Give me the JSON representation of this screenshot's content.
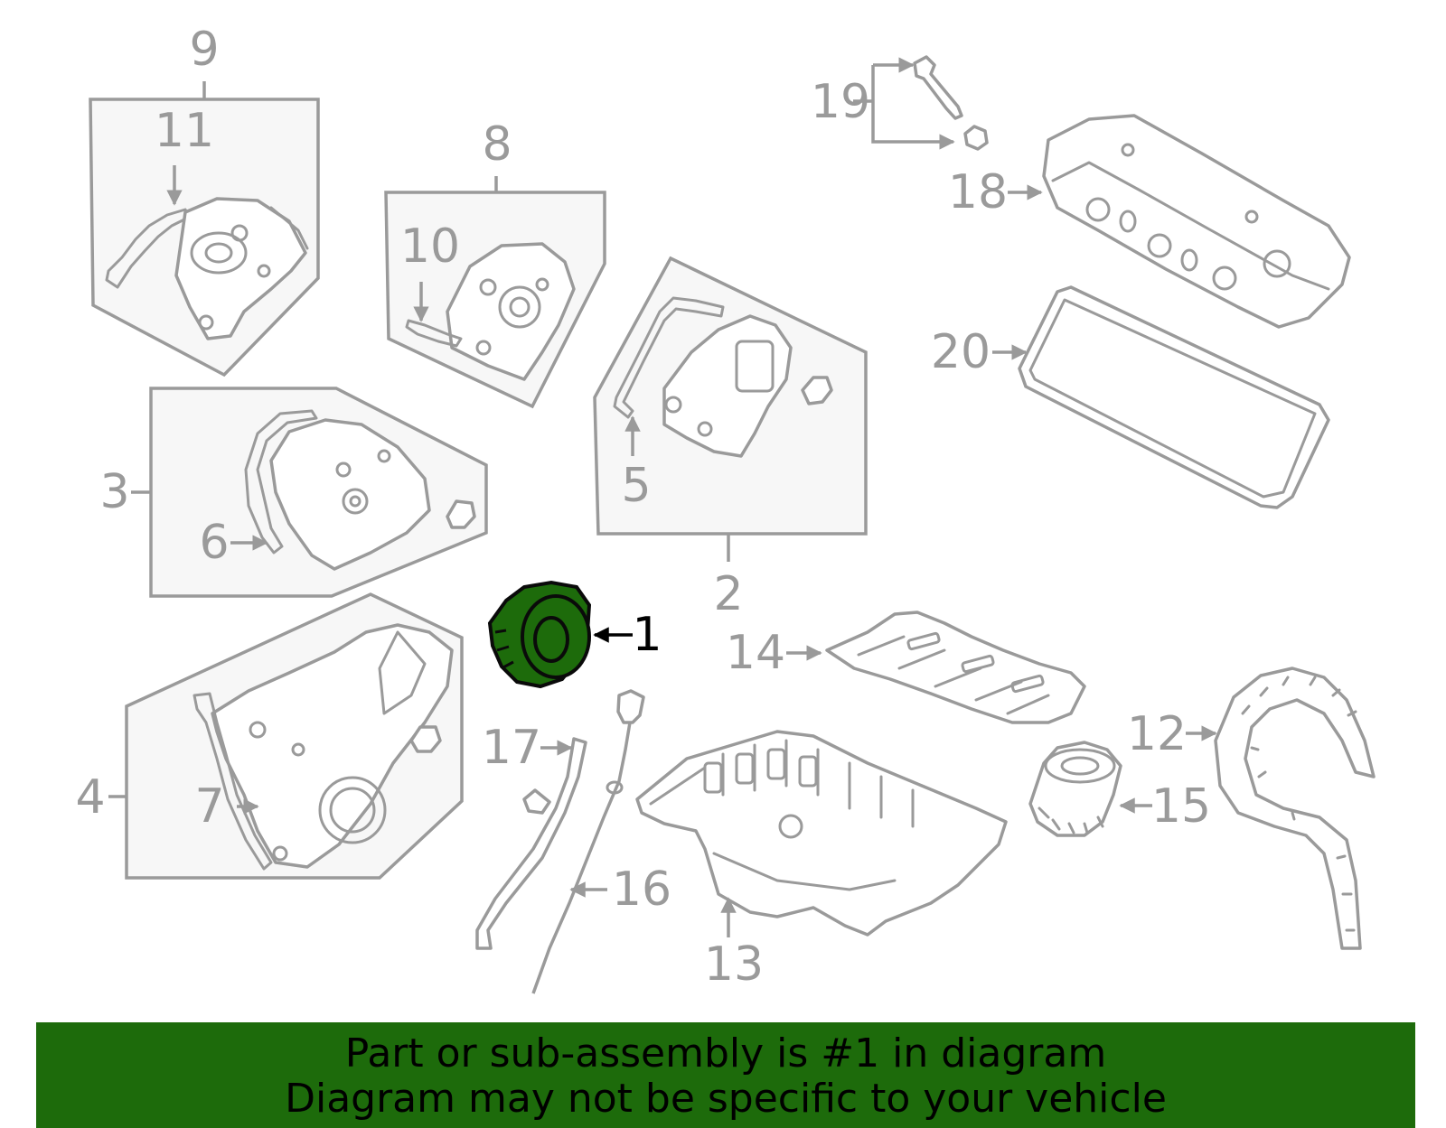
{
  "colors": {
    "highlight_fill": "#1d6b0b",
    "highlight_stroke": "#0a0a0a",
    "banner_bg": "#1d6b0b",
    "callout_gray": "#9a9a9a"
  },
  "highlighted_part": "1",
  "callouts": {
    "c1": "1",
    "c2": "2",
    "c3": "3",
    "c4": "4",
    "c5": "5",
    "c6": "6",
    "c7": "7",
    "c8": "8",
    "c9": "9",
    "c10": "10",
    "c11": "11",
    "c12": "12",
    "c13": "13",
    "c14": "14",
    "c15": "15",
    "c16": "16",
    "c17": "17",
    "c18": "18",
    "c19": "19",
    "c20": "20"
  },
  "banner": {
    "line1": "Part or sub-assembly is #1 in diagram",
    "line2": "Diagram may not be specific to your vehicle"
  }
}
